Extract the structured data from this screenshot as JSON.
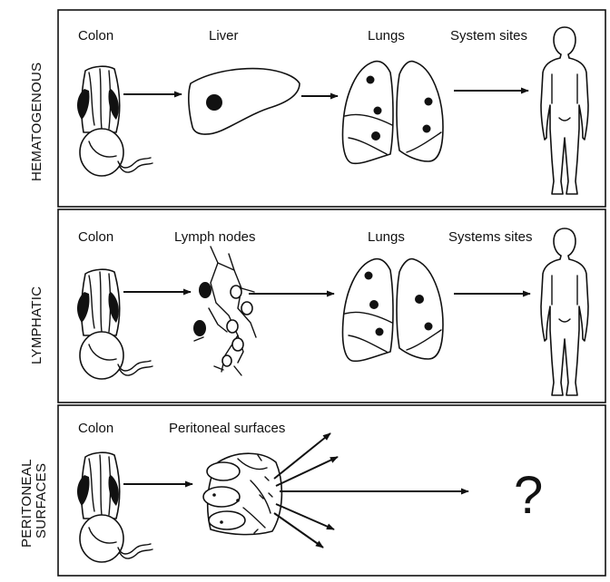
{
  "panels": [
    {
      "side_label": "HEMATOGENOUS",
      "labels": [
        "Colon",
        "Liver",
        "Lungs",
        "System sites"
      ]
    },
    {
      "side_label": "LYMPHATIC",
      "labels": [
        "Colon",
        "Lymph nodes",
        "Lungs",
        "Systems sites"
      ]
    },
    {
      "side_label_lines": [
        "PERITONEAL",
        "SURFACES"
      ],
      "labels": [
        "Colon",
        "Peritoneal surfaces"
      ],
      "unknown_symbol": "?"
    }
  ]
}
